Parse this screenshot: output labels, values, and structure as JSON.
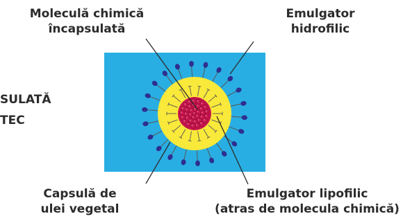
{
  "labels": {
    "molecule": [
      "Moleculă chimică",
      "încapsulată"
    ],
    "hydrophilic": [
      "Emulgator",
      "hidrofilic"
    ],
    "left_cut": [
      "SULATĂ",
      "TEC"
    ],
    "capsule": [
      "Capsulă de",
      "ulei vegetal"
    ],
    "lipophilic": [
      "Emulgator lipofilic",
      "(atras de molecula chimică)"
    ]
  },
  "colors": {
    "background_panel": "#29aee3",
    "capsule_ring": "#f9e93a",
    "molecule_core": "#c8174f",
    "emulsifier_head": "#2e2f8f",
    "tail_line": "#555555",
    "text": "#2b2b2b"
  }
}
